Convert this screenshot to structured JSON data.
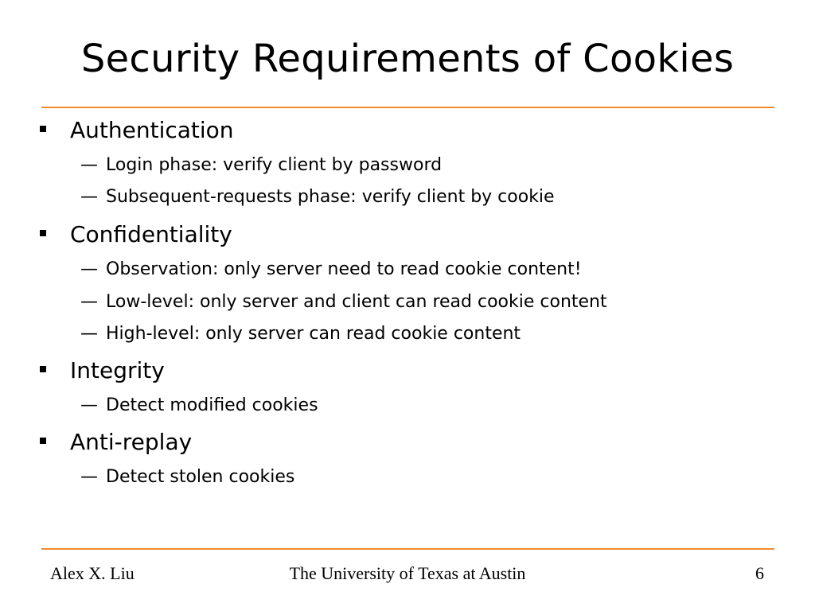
{
  "slide": {
    "title": "Security Requirements of Cookies",
    "bullet_glyph": "▪",
    "dash_glyph": "—",
    "accent_color": "#f28a2e",
    "items": [
      {
        "label": "Authentication",
        "subitems": [
          "Login phase: verify client by password",
          "Subsequent-requests phase: verify client by cookie"
        ]
      },
      {
        "label": "Confidentiality",
        "subitems": [
          "Observation: only server need to read cookie content!",
          "Low-level: only server and client can read cookie content",
          "High-level: only server can read cookie content"
        ]
      },
      {
        "label": "Integrity",
        "subitems": [
          "Detect modified cookies"
        ]
      },
      {
        "label": "Anti-replay",
        "subitems": [
          "Detect stolen cookies"
        ]
      }
    ]
  },
  "footer": {
    "author": "Alex X. Liu",
    "organization": "The University of Texas at Austin",
    "page_number": "6"
  }
}
